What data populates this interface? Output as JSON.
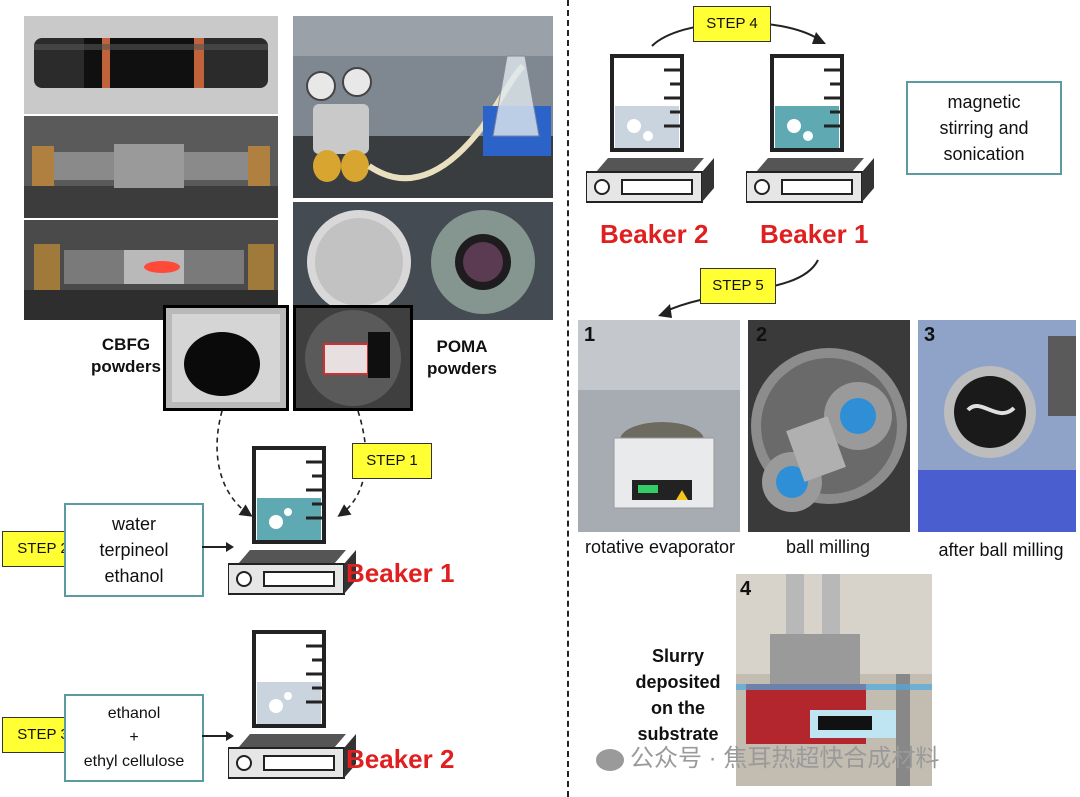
{
  "steps": {
    "step1": "STEP 1",
    "step2": "STEP 2",
    "step3": "STEP 3",
    "step4": "STEP 4",
    "step5": "STEP 5"
  },
  "left": {
    "cbfg_label": [
      "CBFG",
      "powders"
    ],
    "poma_label": [
      "POMA",
      "powders"
    ],
    "step2_box": [
      "water",
      "terpineol",
      "ethanol"
    ],
    "step3_box": [
      "ethanol",
      "+",
      "ethyl cellulose"
    ],
    "beaker1": "Beaker 1",
    "beaker2": "Beaker 2"
  },
  "right": {
    "beaker2": "Beaker 2",
    "beaker1": "Beaker 1",
    "mix_box": [
      "magnetic",
      "stirring and",
      "sonication"
    ],
    "photos": [
      {
        "num": "1",
        "caption": "rotative evaporator"
      },
      {
        "num": "2",
        "caption": "ball milling"
      },
      {
        "num": "3",
        "caption": "after ball milling"
      },
      {
        "num": "4",
        "caption": ""
      }
    ],
    "slurry_label": [
      "Slurry",
      "deposited",
      "on the",
      "substrate"
    ]
  },
  "watermark": "公众号 · 焦耳热超快合成材料",
  "colors": {
    "step_fill": "#ffff33",
    "beaker_label": "#e02020",
    "box_border": "#5b9aa0",
    "liquid": "#5fa9b3",
    "liquid_light": "#c9d4de"
  }
}
